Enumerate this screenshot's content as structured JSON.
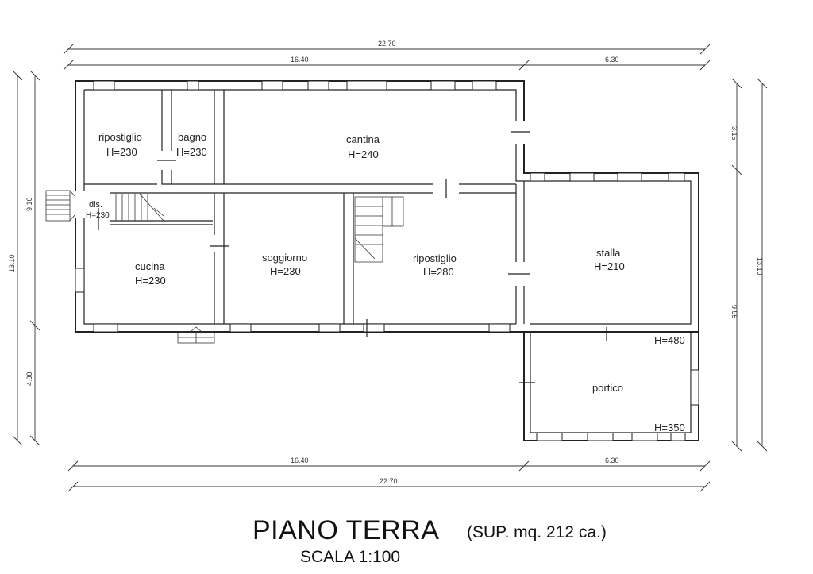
{
  "drawing": {
    "title": "PIANO TERRA",
    "surface": "(SUP. mq. 212 ca.)",
    "scale": "SCALA 1:100"
  },
  "dimensions": {
    "top_total": "22.70",
    "top_left": "16.40",
    "top_right": "6.30",
    "bottom_left": "16.40",
    "bottom_right": "6.30",
    "bottom_total": "22.70",
    "left_total": "13.10",
    "left_upper": "9.10",
    "left_lower": "4.00",
    "right_total": "13.10",
    "right_upper": "3.15",
    "right_lower": "9.95"
  },
  "rooms": [
    {
      "name": "ripostiglio",
      "height": "H=230"
    },
    {
      "name": "bagno",
      "height": "H=230"
    },
    {
      "name": "cantina",
      "height": "H=240"
    },
    {
      "name": "dis.",
      "height": "H=230"
    },
    {
      "name": "cucina",
      "height": "H=230"
    },
    {
      "name": "soggiorno",
      "height": "H=230"
    },
    {
      "name": "ripostiglio",
      "height": "H=280"
    },
    {
      "name": "stalla",
      "height": "H=210"
    },
    {
      "name": "portico",
      "height": ""
    }
  ],
  "heights_annot": {
    "portico_top": "H=480",
    "portico_bottom": "H=350"
  }
}
